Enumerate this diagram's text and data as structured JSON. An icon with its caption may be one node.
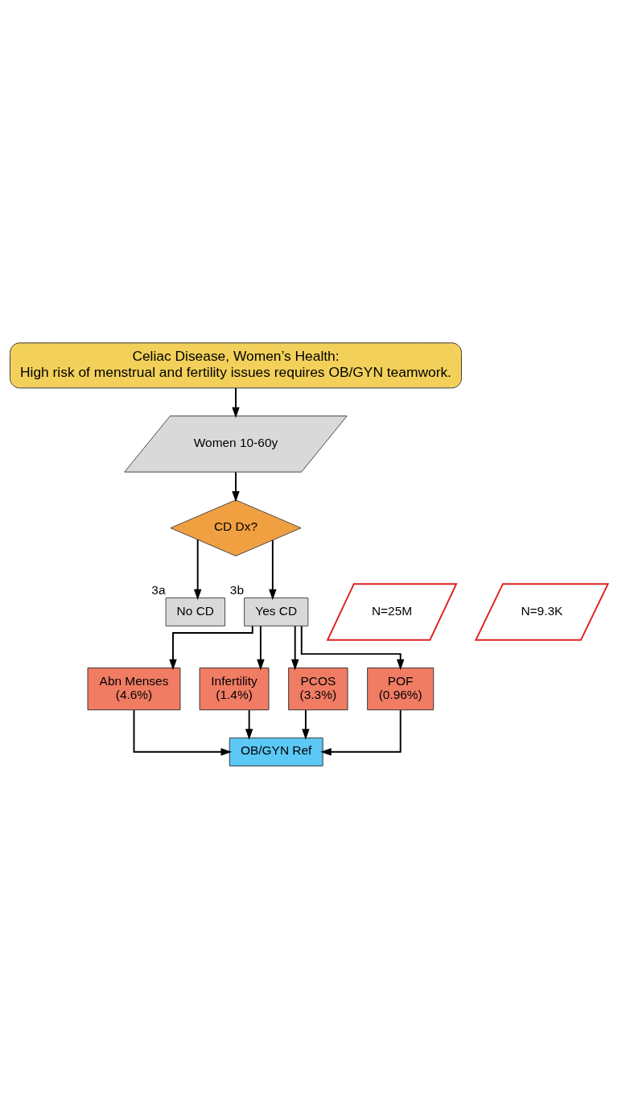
{
  "diagram": {
    "nodes": [
      {
        "text": [
          "Celiac Disease, Women’s Health:",
          "High risk of menstrual and fertility issues requires OB/GYN teamwork."
        ]
      },
      {
        "text": [
          "Women 10-60y"
        ]
      },
      {
        "text": [
          "CD Dx?"
        ]
      },
      {
        "text": [
          "No CD"
        ],
        "beside": [
          "3a"
        ]
      },
      {
        "text": [
          "Yes CD"
        ],
        "beside": [
          "3b"
        ]
      },
      {
        "text": [
          "N=25M"
        ]
      },
      {
        "text": [
          "N=9.3K"
        ]
      },
      {
        "text": [
          "Abn Menses",
          "(4.6%)"
        ]
      },
      {
        "text": [
          "Infertility",
          "(1.4%)"
        ]
      },
      {
        "text": [
          "PCOS",
          "(3.3%)"
        ]
      },
      {
        "text": [
          "POF",
          "(0.96%)"
        ]
      },
      {
        "text": [
          "OB/GYN Ref"
        ]
      }
    ],
    "edges": [
      {
        "from": 0,
        "to": 1,
        "arrow": "to"
      },
      {
        "from": 1,
        "to": 2,
        "arrow": "to"
      },
      {
        "from": 2,
        "to": 3,
        "arrow": "to"
      },
      {
        "from": 2,
        "to": 4,
        "arrow": "to"
      },
      {
        "from": 4,
        "to": 7,
        "arrow": "to"
      },
      {
        "from": 4,
        "to": 8,
        "arrow": "to"
      },
      {
        "from": 4,
        "to": 9,
        "arrow": "to"
      },
      {
        "from": 4,
        "to": 10,
        "arrow": "to"
      },
      {
        "from": 7,
        "to": 11,
        "arrow": "to"
      },
      {
        "from": 8,
        "to": 11,
        "arrow": "to"
      },
      {
        "from": 9,
        "to": 11,
        "arrow": "to"
      },
      {
        "from": 10,
        "to": 11,
        "arrow": "to"
      }
    ]
  }
}
